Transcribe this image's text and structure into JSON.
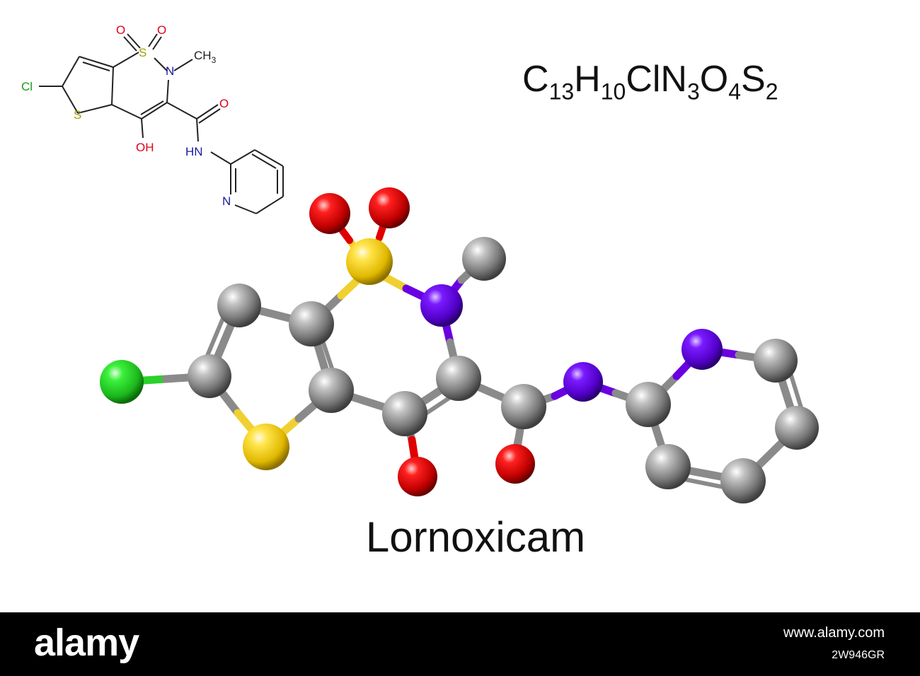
{
  "formula": {
    "parts": [
      "C",
      "13",
      "H",
      "10",
      "ClN",
      "3",
      "O",
      "4",
      "S",
      "2"
    ]
  },
  "compound_name": "Lornoxicam",
  "skeletal": {
    "labels": {
      "o1": "O",
      "o2": "O",
      "s_sulfonyl": "S",
      "n_ring": "N",
      "methyl": "CH",
      "methyl_sub": "3",
      "cl": "Cl",
      "s_thio": "S",
      "oh": "OH",
      "o_amide": "O",
      "hn": "HN",
      "n_pyr": "N"
    }
  },
  "colors": {
    "carbon": "#8c8c8c",
    "oxygen": "#e0001a",
    "sulfur": "#f2d23a",
    "nitrogen": "#6a00e0",
    "chlorine": "#29d42a",
    "skeletal_o": "#e0001a",
    "skeletal_n": "#1a1aa0",
    "skeletal_s": "#a0a000",
    "skeletal_cl": "#1a9a1a"
  },
  "footer": {
    "logo": "alamy",
    "url": "www.alamy.com",
    "image_id": "2W946GR"
  }
}
